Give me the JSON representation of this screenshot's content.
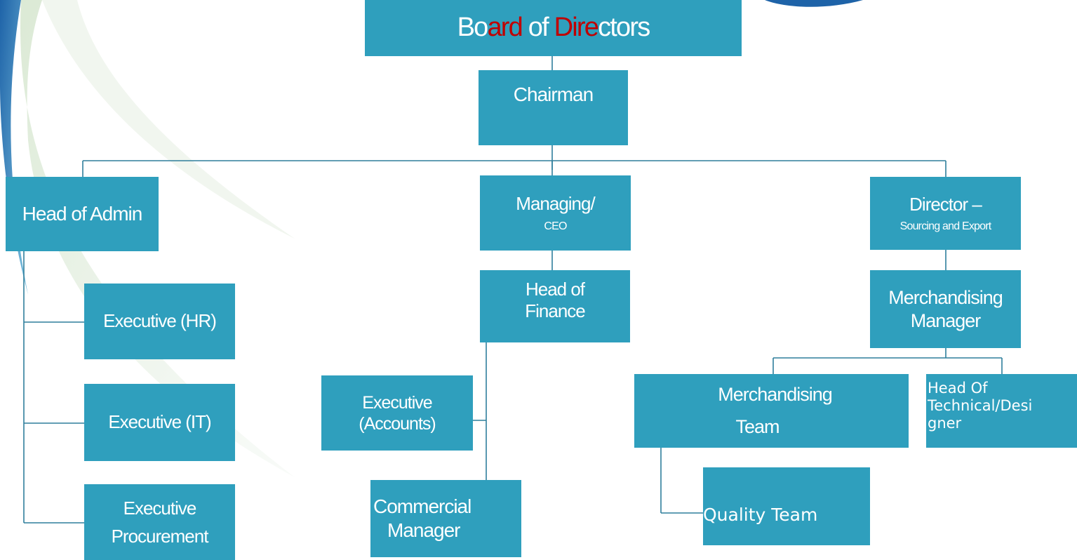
{
  "chart": {
    "board": {
      "seg1": "Bo",
      "seg2": "ard",
      "seg3": " of ",
      "seg4": "Dire",
      "seg5": "ctors"
    },
    "chairman": "Chairman",
    "head_admin": "Head of Admin",
    "managing_line1": "Managing/",
    "managing_line2": "CEO",
    "director_line1": "Director –",
    "director_line2": "Sourcing and Export",
    "exec_hr": "Executive (HR)",
    "exec_it": "Executive (IT)",
    "exec_proc_line1": "Executive",
    "exec_proc_line2": "Procurement",
    "head_finance_line1": "Head of",
    "head_finance_line2": "Finance",
    "exec_accounts_line1": "Executive",
    "exec_accounts_line2": "(Accounts)",
    "commercial_line1": "Commercial",
    "commercial_line2": "Manager",
    "merch_manager_line1": "Merchandising",
    "merch_manager_line2": "Manager",
    "merch_team_line1": "Merchandising",
    "merch_team_line2": "Team",
    "head_tech_line1": "Head Of",
    "head_tech_line2": "Technical/Desi",
    "head_tech_line3": "gner",
    "quality_team": "Quality Team"
  },
  "colors": {
    "box_fill": "#2f9fbd",
    "box_text": "#ffffff",
    "highlight_text": "#c00000",
    "connector": "#2f7f9c"
  }
}
